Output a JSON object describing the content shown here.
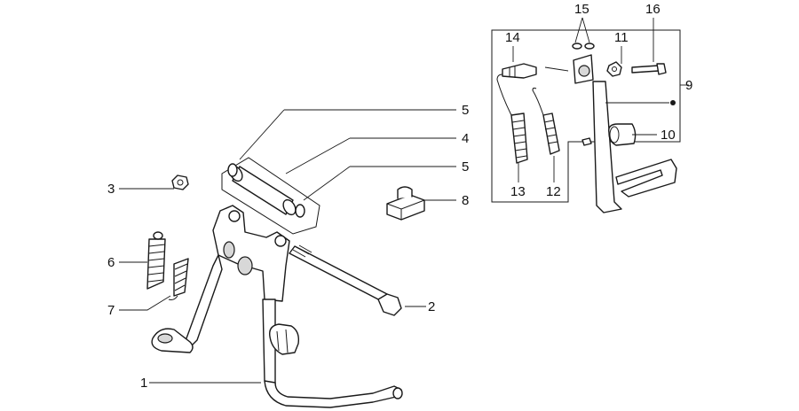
{
  "callouts": {
    "c1": "1",
    "c2": "2",
    "c3": "3",
    "c4": "4",
    "c5a": "5",
    "c5b": "5",
    "c6": "6",
    "c7": "7",
    "c8": "8",
    "c9": "9",
    "c10": "10",
    "c11": "11",
    "c12": "12",
    "c13": "13",
    "c14": "14",
    "c15": "15",
    "c16": "16"
  },
  "colors": {
    "line": "#1a1a1a",
    "background": "#ffffff",
    "shade": "#d8d8d8"
  }
}
